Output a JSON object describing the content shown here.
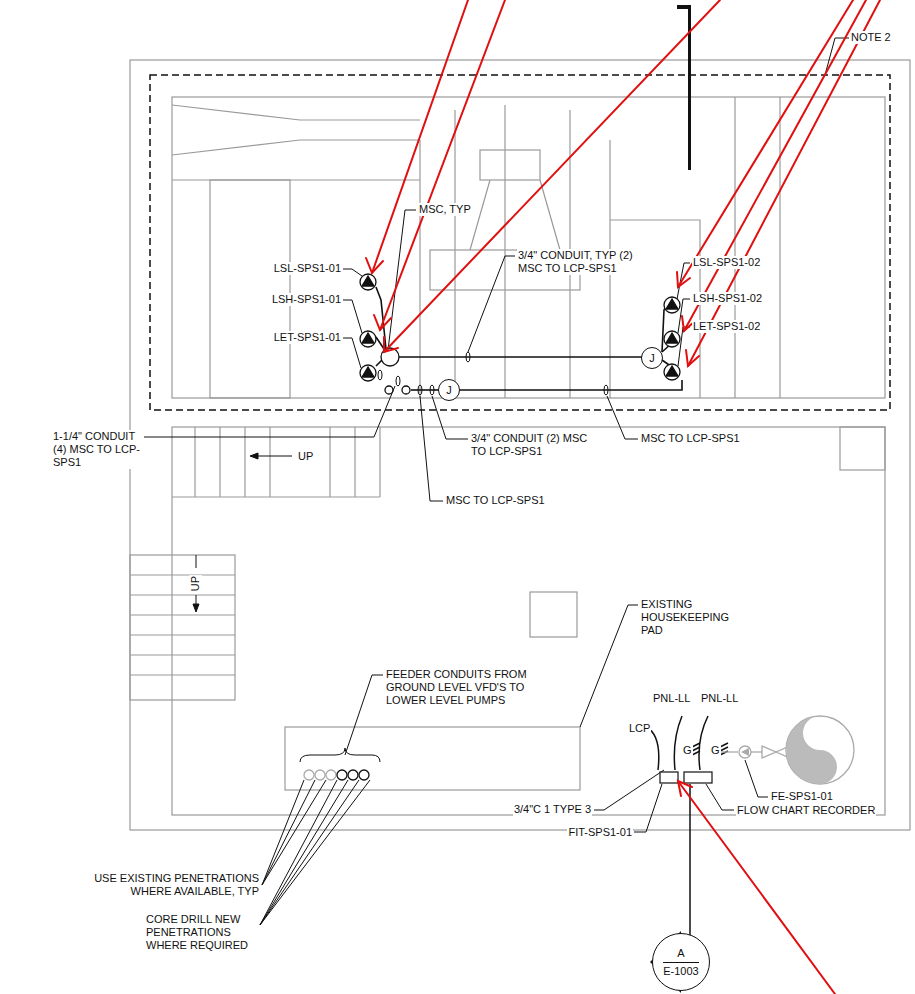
{
  "diagram": {
    "nodes": [
      {
        "text": [
          "J"
        ]
      },
      {
        "text": [
          "J"
        ]
      },
      {
        "text": [
          "A",
          "E-1003"
        ]
      }
    ],
    "labels": [
      "NOTE 2",
      "MSC, TYP",
      "3/4\" CONDUIT, TYP (2) MSC TO LCP-SPS1",
      "LSL-SPS1-01",
      "LSH-SPS1-01",
      "LET-SPS1-01",
      "LSL-SPS1-02",
      "LSH-SPS1-02",
      "LET-SPS1-02",
      "1-1/4\" CONDUIT (4) MSC TO LCP-SPS1",
      "UP",
      "3/4\" CONDUIT (2) MSC TO LCP-SPS1",
      "MSC TO LCP-SPS1",
      "MSC TO LCP-SPS1",
      "UP",
      "EXISTING HOUSEKEEPING PAD",
      "FEEDER CONDUITS FROM GROUND LEVEL VFD'S TO LOWER LEVEL PUMPS",
      "PNL-LL",
      "PNL-LL",
      "LCP",
      "G",
      "G",
      "3/4\"C 1 TYPE 3",
      "FE-SPS1-01",
      "FLOW CHART RECORDER",
      "FIT-SPS1-01",
      "USE EXISTING PENETRATIONS WHERE AVAILABLE, TYP",
      "CORE DRILL NEW PENETRATIONS WHERE REQUIRED"
    ]
  }
}
